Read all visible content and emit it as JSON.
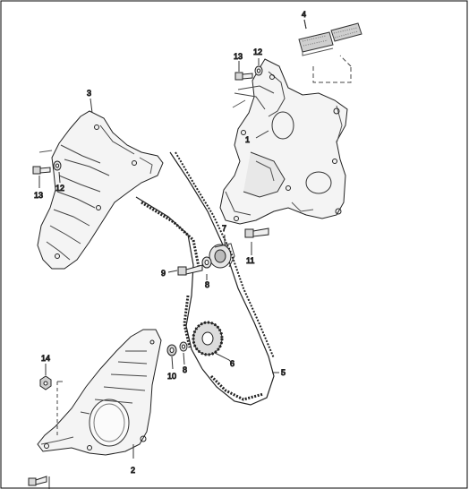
{
  "diagram": {
    "callouts": [
      {
        "id": "c1",
        "text": "1"
      },
      {
        "id": "c2",
        "text": "2"
      },
      {
        "id": "c3",
        "text": "3"
      },
      {
        "id": "c4",
        "text": "4"
      },
      {
        "id": "c5",
        "text": "5"
      },
      {
        "id": "c6",
        "text": "6"
      },
      {
        "id": "c7",
        "text": "7"
      },
      {
        "id": "c8a",
        "text": "8"
      },
      {
        "id": "c8b",
        "text": "8"
      },
      {
        "id": "c9",
        "text": "9"
      },
      {
        "id": "c10",
        "text": "10"
      },
      {
        "id": "c11",
        "text": "11"
      },
      {
        "id": "c12a",
        "text": "12"
      },
      {
        "id": "c12b",
        "text": "12"
      },
      {
        "id": "c13a",
        "text": "13"
      },
      {
        "id": "c13b",
        "text": "13"
      },
      {
        "id": "c14",
        "text": "14"
      }
    ]
  }
}
